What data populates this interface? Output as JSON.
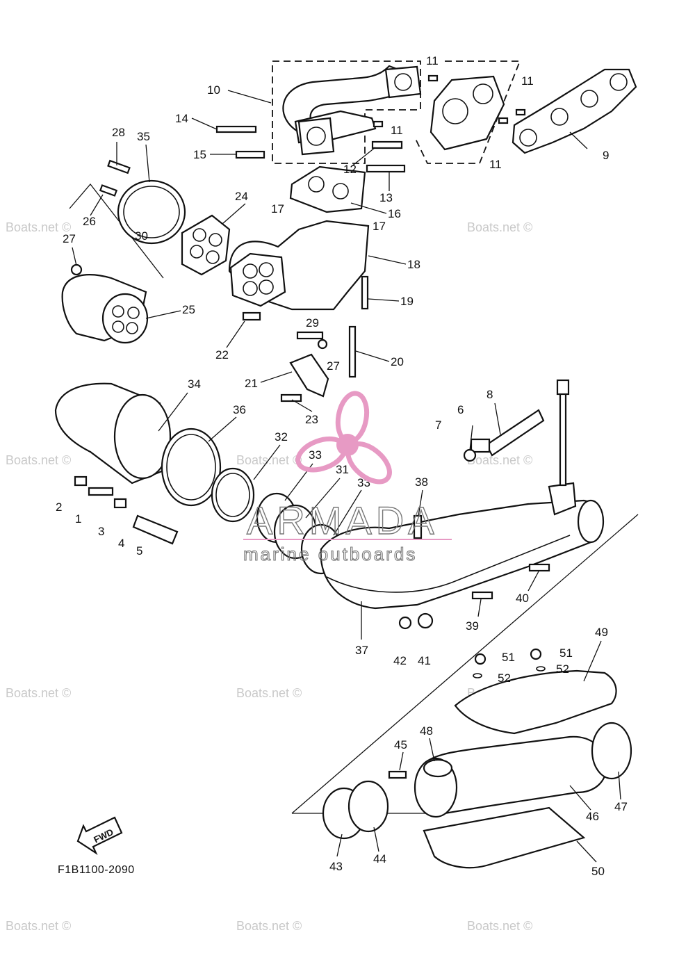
{
  "diagram": {
    "code": "F1B1100-2090",
    "forward_label": "FWD",
    "callouts": [
      "1",
      "2",
      "3",
      "4",
      "5",
      "6",
      "7",
      "8",
      "9",
      "10",
      "11",
      "12",
      "13",
      "14",
      "15",
      "16",
      "17",
      "18",
      "19",
      "20",
      "21",
      "22",
      "23",
      "24",
      "25",
      "26",
      "27",
      "28",
      "29",
      "30",
      "31",
      "32",
      "33",
      "34",
      "35",
      "36",
      "37",
      "38",
      "39",
      "40",
      "41",
      "42",
      "43",
      "44",
      "45",
      "46",
      "47",
      "48",
      "49",
      "50",
      "51",
      "52"
    ]
  },
  "watermark": {
    "site": "Boats.net ©",
    "brand": "ARMADA",
    "brand_sub": "marine outboards",
    "brand_color": "#e79ac4"
  }
}
